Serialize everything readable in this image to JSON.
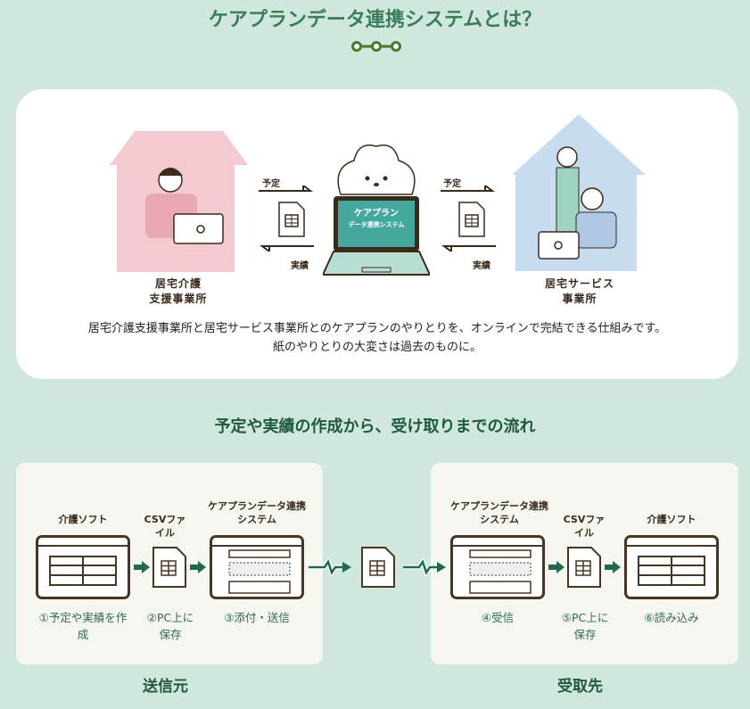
{
  "title": "ケアプランデータ連携システムとは？",
  "diagram": {
    "left_office": [
      "居宅介護",
      "支援事業所"
    ],
    "right_office": [
      "居宅サービス",
      "事業所"
    ],
    "plan": "予定",
    "result": "実績",
    "laptop_screen": [
      "ケアプラン",
      "データ連携システム"
    ]
  },
  "description": [
    "居宅介護支援事業所と居宅サービス事業所とのケアプランのやりとりを、オンラインで完結できる仕組みです。",
    "紙のやりとりの大変さは過去のものに。"
  ],
  "flow": {
    "title": "予定や実績の作成から、受け取りまでの流れ",
    "sender": {
      "label": "送信元",
      "items": [
        {
          "head": "介護ソフト",
          "step": "①予定や実績を作成"
        },
        {
          "head": "CSVファイル",
          "step": "②PC上に保存"
        },
        {
          "head": "ケアプランデータ連携システム",
          "step": "③添付・送信"
        }
      ]
    },
    "receiver": {
      "label": "受取先",
      "items": [
        {
          "head": "ケアプランデータ連携システム",
          "step": "④受信"
        },
        {
          "head": "CSVファイル",
          "step": "⑤PC上に保存"
        },
        {
          "head": "介護ソフト",
          "step": "⑥読み込み"
        }
      ]
    }
  },
  "colors": {
    "bg": "#cfe7dc",
    "accent": "#1f5a3e",
    "brown": "#4a3422"
  }
}
